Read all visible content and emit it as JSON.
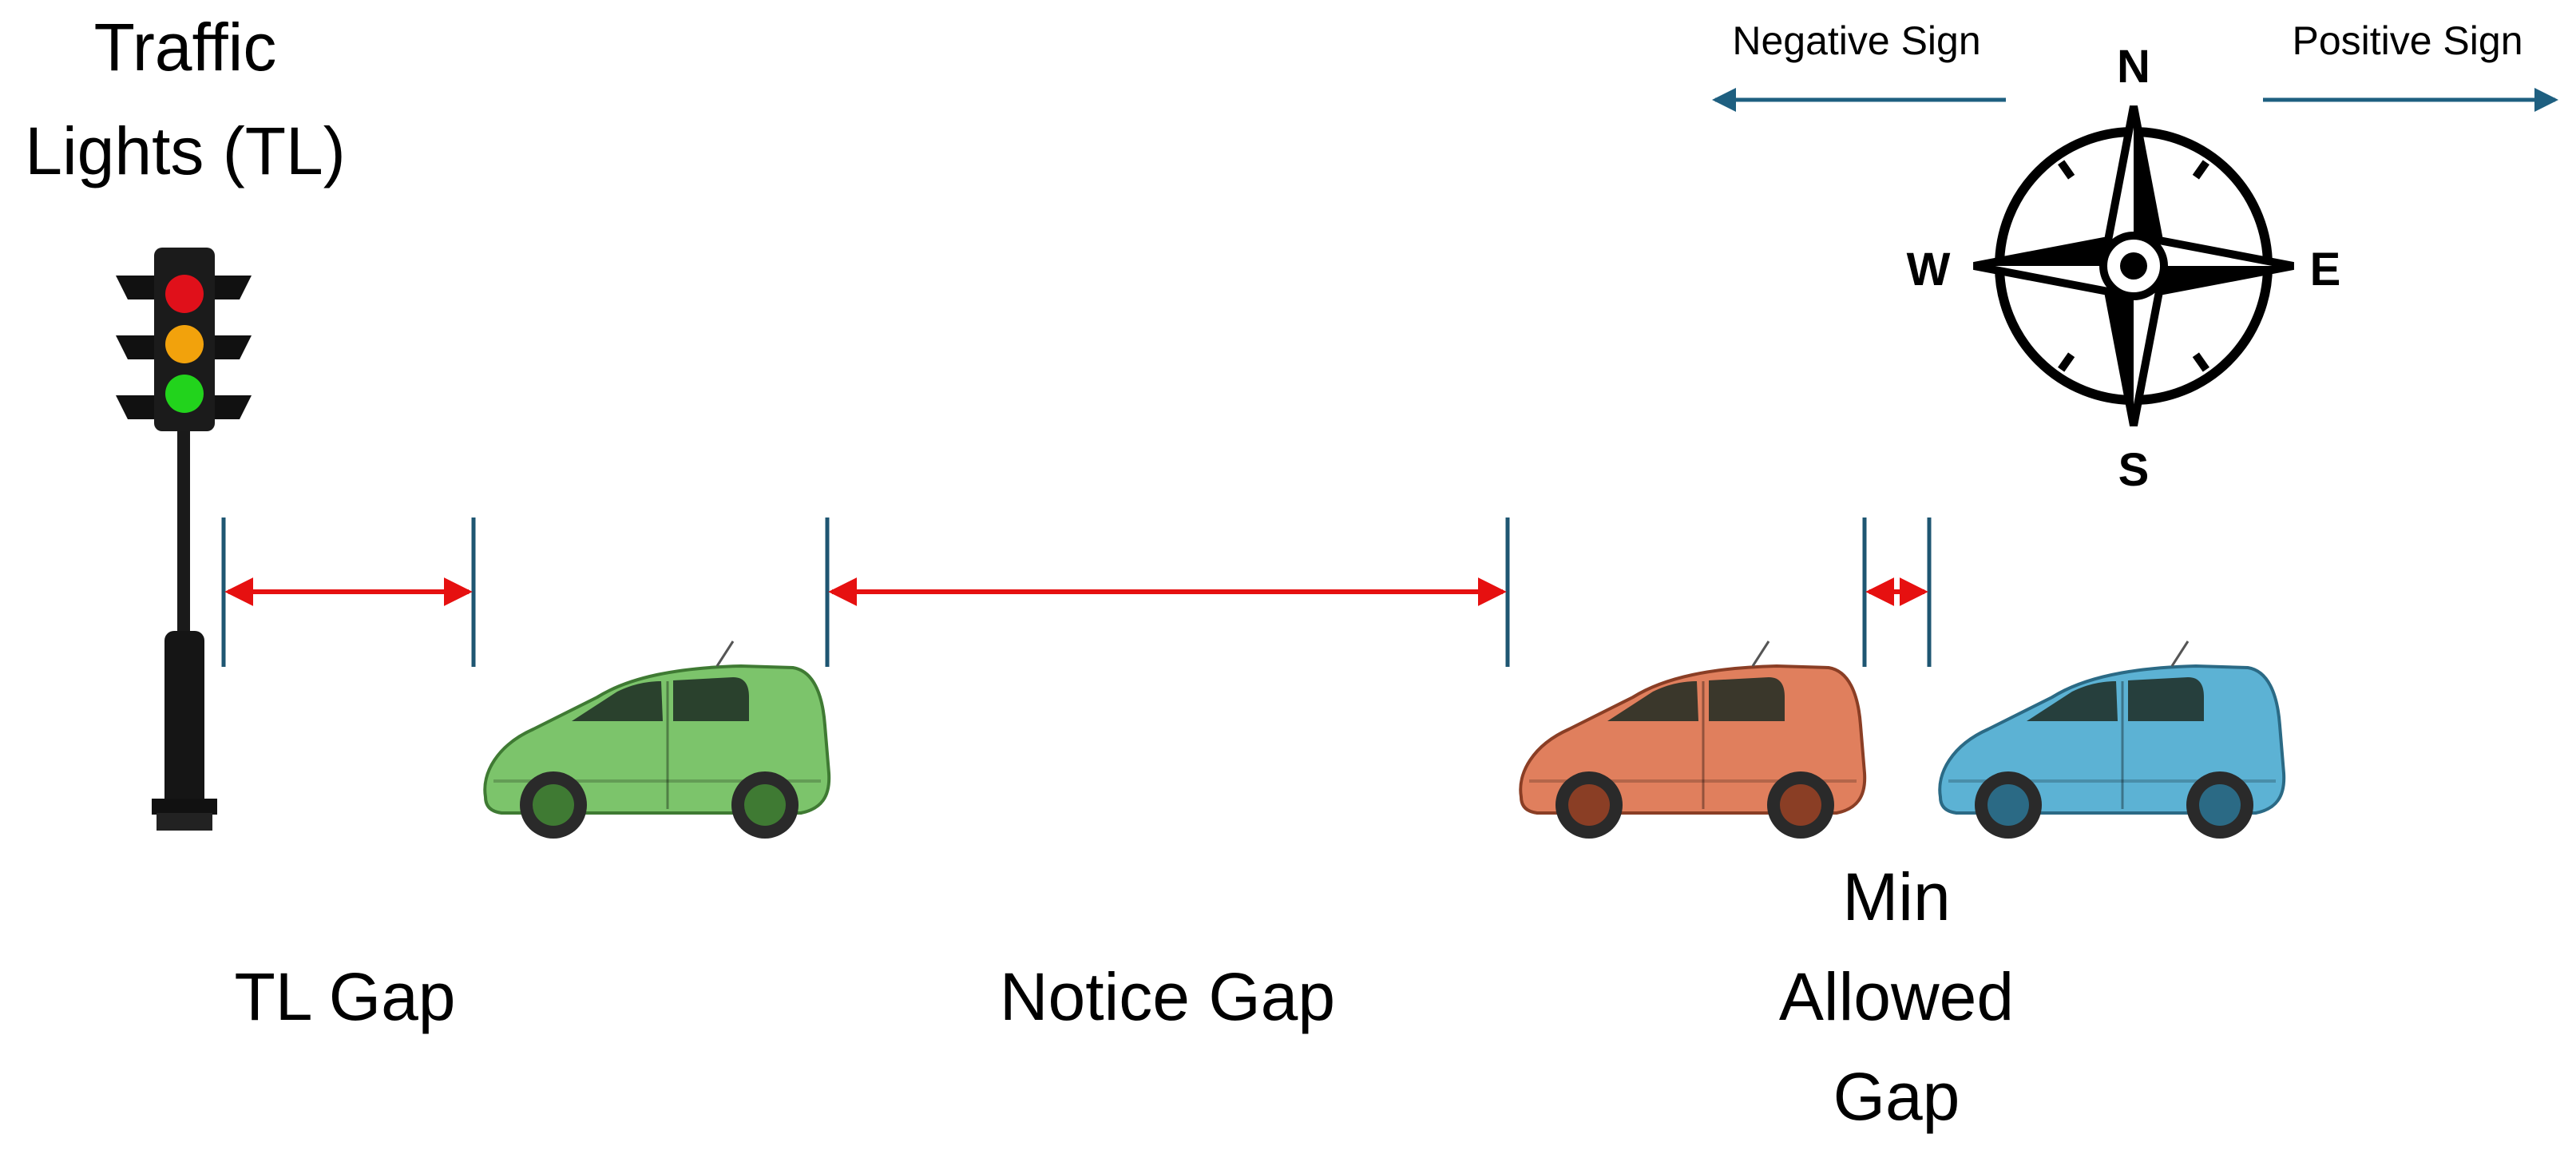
{
  "labels": {
    "traffic_lights_line1": "Traffic",
    "traffic_lights_line2": "Lights (TL)",
    "tl_gap": "TL Gap",
    "notice_gap": "Notice Gap",
    "min_gap_line1": "Min",
    "min_gap_line2": "Allowed",
    "min_gap_line3": "Gap",
    "negative_sign": "Negative Sign",
    "positive_sign": "Positive Sign"
  },
  "compass": {
    "north": "N",
    "south": "S",
    "east": "E",
    "west": "W"
  },
  "traffic_light": {
    "red": "#e0101a",
    "amber": "#f2a20c",
    "green": "#22d31c"
  },
  "cars": [
    {
      "name": "green-car",
      "body": "#7cc46b",
      "dark": "#3f7a33"
    },
    {
      "name": "orange-car",
      "body": "#e07f5d",
      "dark": "#8a3e25"
    },
    {
      "name": "blue-car",
      "body": "#5cb2d4",
      "dark": "#2b6a85"
    }
  ],
  "colors": {
    "gap_arrow": "#e61010",
    "marker": "#1e5672",
    "direction_arrow": "#1e5f80"
  }
}
